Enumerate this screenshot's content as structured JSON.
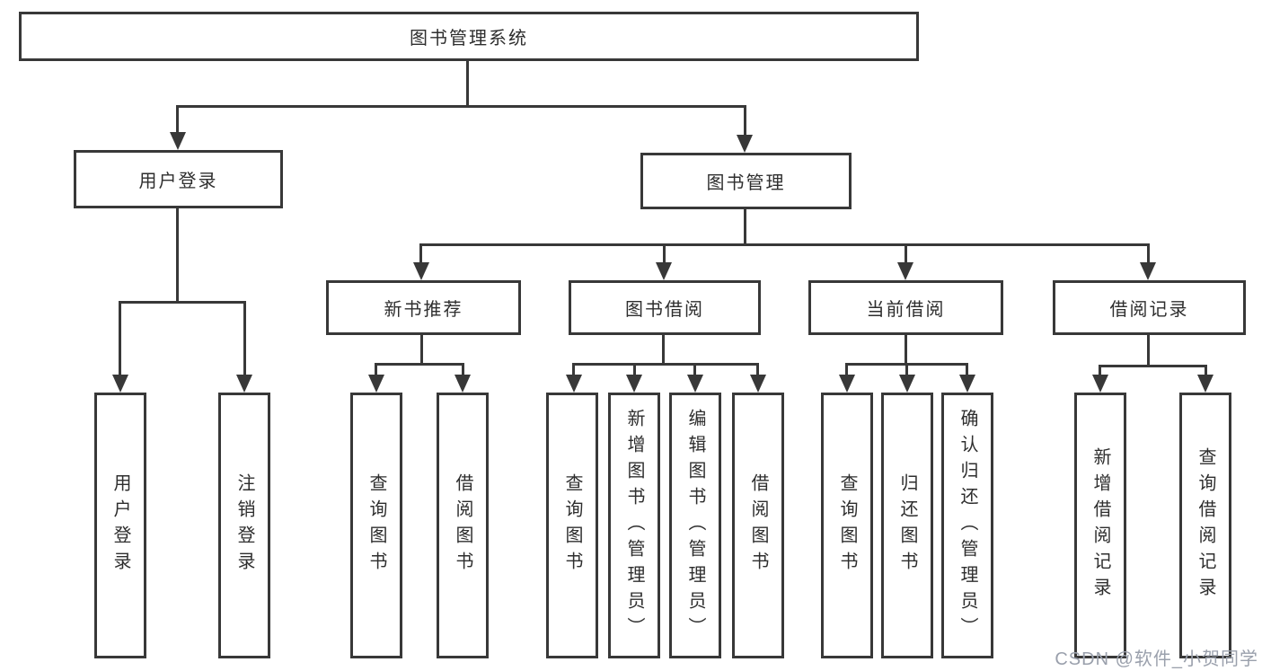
{
  "diagram_title": "图书管理系统",
  "tree": {
    "root": {
      "label": "图书管理系统"
    },
    "branches": [
      {
        "label": "用户登录",
        "children": [
          {
            "label": "用户登录"
          },
          {
            "label": "注销登录"
          }
        ]
      },
      {
        "label": "图书管理",
        "children": [
          {
            "label": "新书推荐",
            "children": [
              {
                "label": "查询图书"
              },
              {
                "label": "借阅图书"
              }
            ]
          },
          {
            "label": "图书借阅",
            "children": [
              {
                "label": "查询图书"
              },
              {
                "label": "新增图书（管理员）"
              },
              {
                "label": "编辑图书（管理员）"
              },
              {
                "label": "借阅图书"
              }
            ]
          },
          {
            "label": "当前借阅",
            "children": [
              {
                "label": "查询图书"
              },
              {
                "label": "归还图书"
              },
              {
                "label": "确认归还（管理员）"
              }
            ]
          },
          {
            "label": "借阅记录",
            "children": [
              {
                "label": "新增借阅记录"
              },
              {
                "label": "查询借阅记录"
              }
            ]
          }
        ]
      }
    ]
  },
  "watermark": {
    "text": "CSDN @软件_小贺同学",
    "color": "#9aa0ac"
  },
  "colors": {
    "line": "#383838",
    "box_border": "#383838",
    "text": "#2e2e2e",
    "background": "#ffffff"
  }
}
